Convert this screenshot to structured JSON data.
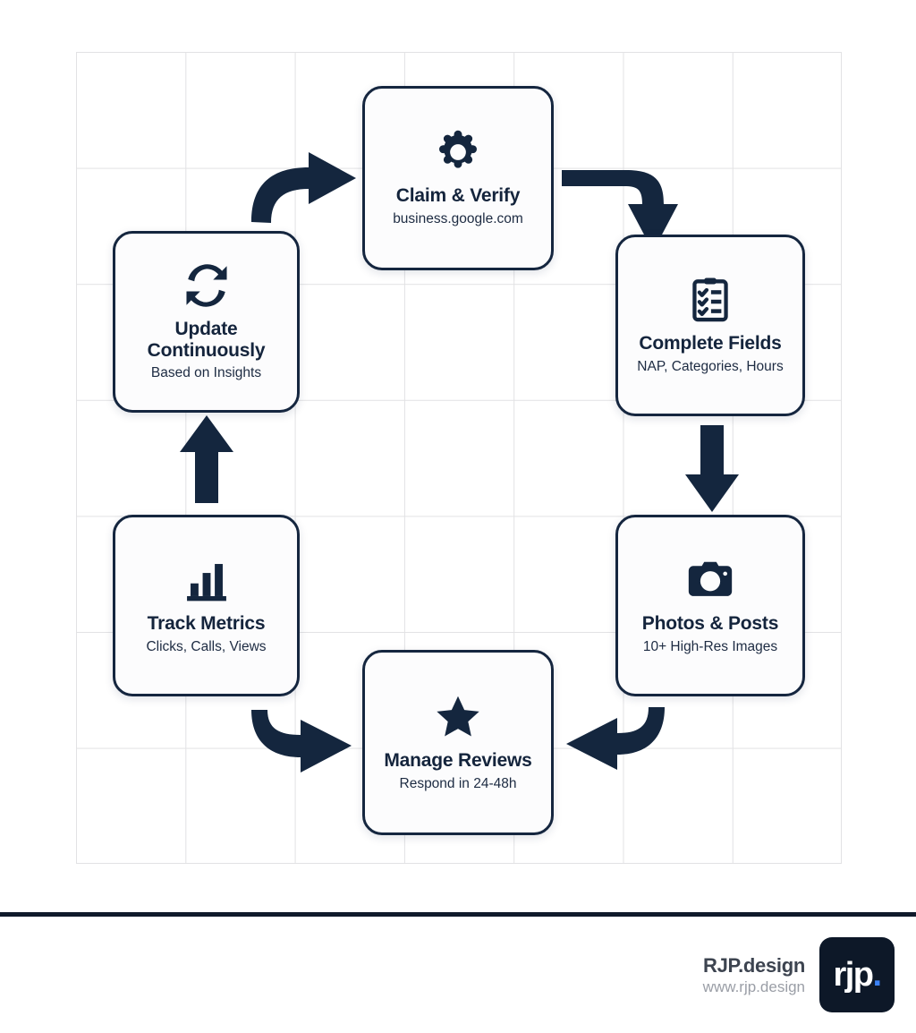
{
  "diagram": {
    "type": "cycle-flow",
    "background": "grid-paper",
    "accent_color": "#15263f",
    "card_background": "#fcfcfd",
    "nodes": [
      {
        "id": "claim",
        "icon": "gear-icon",
        "title": "Claim & Verify",
        "subtitle": "business.google.com"
      },
      {
        "id": "complete",
        "icon": "clipboard-checklist-icon",
        "title": "Complete Fields",
        "subtitle": "NAP, Categories, Hours"
      },
      {
        "id": "photos",
        "icon": "camera-icon",
        "title": "Photos & Posts",
        "subtitle": "10+ High-Res Images"
      },
      {
        "id": "reviews",
        "icon": "star-icon",
        "title": "Manage Reviews",
        "subtitle": "Respond in 24-48h"
      },
      {
        "id": "track",
        "icon": "bar-chart-icon",
        "title": "Track Metrics",
        "subtitle": "Clicks, Calls, Views"
      },
      {
        "id": "update",
        "icon": "refresh-sync-icon",
        "title_line1": "Update",
        "title_line2": "Continuously",
        "subtitle": "Based on Insights"
      }
    ],
    "connectors": [
      {
        "id": "update-to-claim",
        "shape": "curved-arrow-right-up",
        "from": "update",
        "to": "claim"
      },
      {
        "id": "claim-to-complete",
        "shape": "curved-arrow-right-down",
        "from": "claim",
        "to": "complete"
      },
      {
        "id": "complete-to-photos",
        "shape": "straight-arrow-down",
        "from": "complete",
        "to": "photos"
      },
      {
        "id": "photos-to-reviews",
        "shape": "curved-arrow-left-down",
        "from": "photos",
        "to": "reviews"
      },
      {
        "id": "reviews-to-track",
        "shape": "curved-arrow-right-down",
        "from": "track",
        "to": "reviews"
      },
      {
        "id": "track-to-update",
        "shape": "straight-arrow-up",
        "from": "track",
        "to": "update"
      }
    ]
  },
  "footer": {
    "brand_name": "RJP.design",
    "brand_url": "www.rjp.design",
    "logo_text": "rjp",
    "logo_dot": ".",
    "logo_background": "#0d1828",
    "logo_dot_color": "#3b82f6"
  }
}
